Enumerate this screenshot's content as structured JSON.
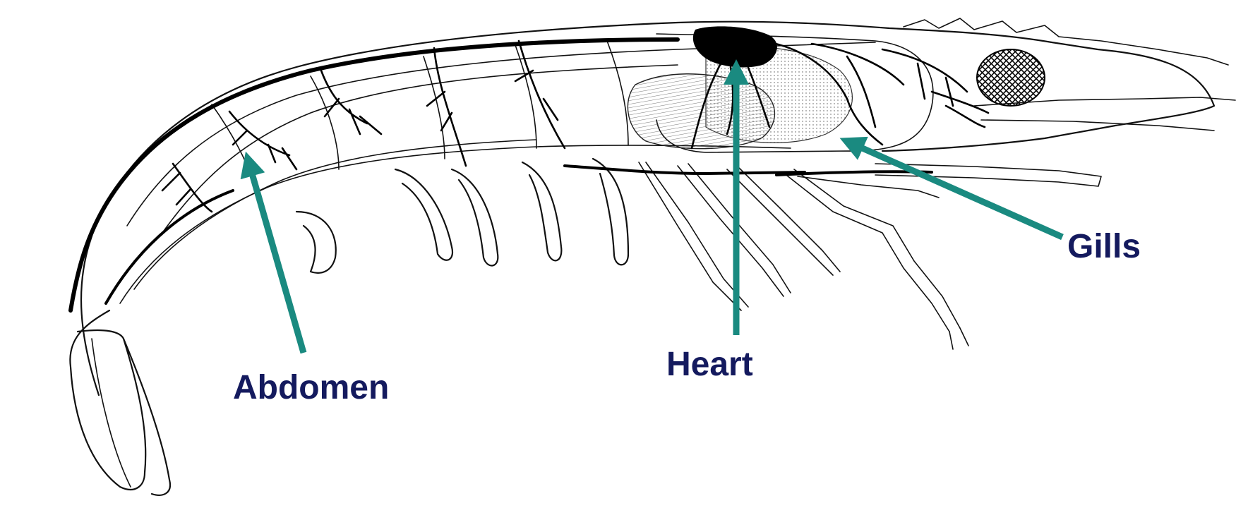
{
  "labels": {
    "abdomen": "Abdomen",
    "heart": "Heart",
    "gills": "Gills"
  },
  "colors": {
    "arrow": "#1a8a80",
    "label_text": "#141a5e",
    "ink": "#000000"
  }
}
